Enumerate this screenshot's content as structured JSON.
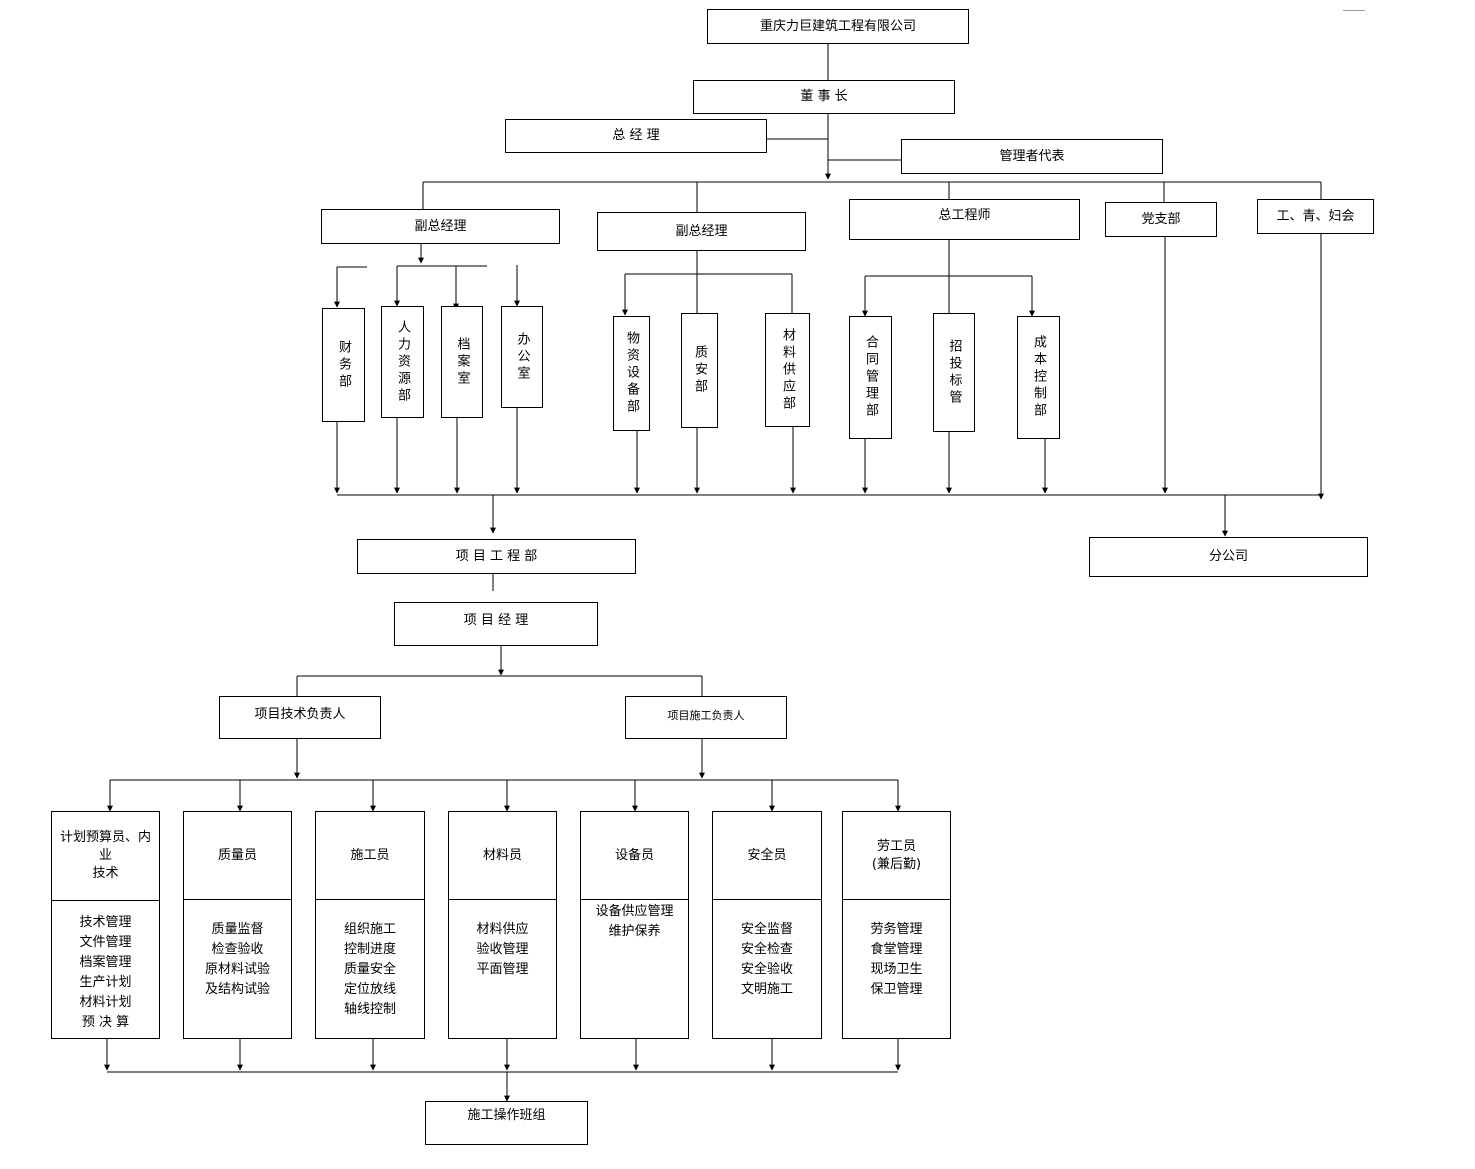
{
  "company": "重庆力巨建筑工程有限公司",
  "chairman": "董 事 长",
  "general_manager": "总 经 理",
  "management_rep": "管理者代表",
  "branches": {
    "vgm1": {
      "title": "副总经理",
      "departments": [
        "财务部",
        "人力资源部",
        "档案室",
        "办公室"
      ]
    },
    "vgm2": {
      "title": "副总经理",
      "departments": [
        "物资设备部",
        "质安部",
        "材料供应部"
      ]
    },
    "chief_engineer": {
      "title": "总工程师",
      "departments": [
        "合同管理部",
        "招投标管",
        "成本控制部"
      ]
    },
    "party": "党支部",
    "union": "工、青、妇会"
  },
  "project_dept": "项 目 工 程 部",
  "branch_company": "分公司",
  "project_manager": "项 目 经 理",
  "tech_lead": "项目技术负责人",
  "construction_lead": "项目施工负责人",
  "roles": [
    {
      "title": "计划预算员、内业\n技术",
      "duties": [
        "技术管理",
        "文件管理",
        "档案管理",
        "生产计划",
        "材料计划",
        "预 决 算"
      ]
    },
    {
      "title": "质量员",
      "duties": [
        "质量监督",
        "检查验收",
        "原材料试验",
        "及结构试验"
      ]
    },
    {
      "title": "施工员",
      "duties": [
        "组织施工",
        "控制进度",
        "质量安全",
        "定位放线",
        "轴线控制"
      ]
    },
    {
      "title": "材料员",
      "duties": [
        "材料供应",
        "验收管理",
        "平面管理"
      ]
    },
    {
      "title": "设备员",
      "duties": [
        "设备供应管理",
        "维护保养"
      ]
    },
    {
      "title": "安全员",
      "duties": [
        "安全监督",
        "安全检查",
        "安全验收",
        "文明施工"
      ]
    },
    {
      "title": "劳工员\n(兼后勤)",
      "duties": [
        "劳务管理",
        "食堂管理",
        "现场卫生",
        "保卫管理"
      ]
    }
  ],
  "work_team": "施工操作班组"
}
